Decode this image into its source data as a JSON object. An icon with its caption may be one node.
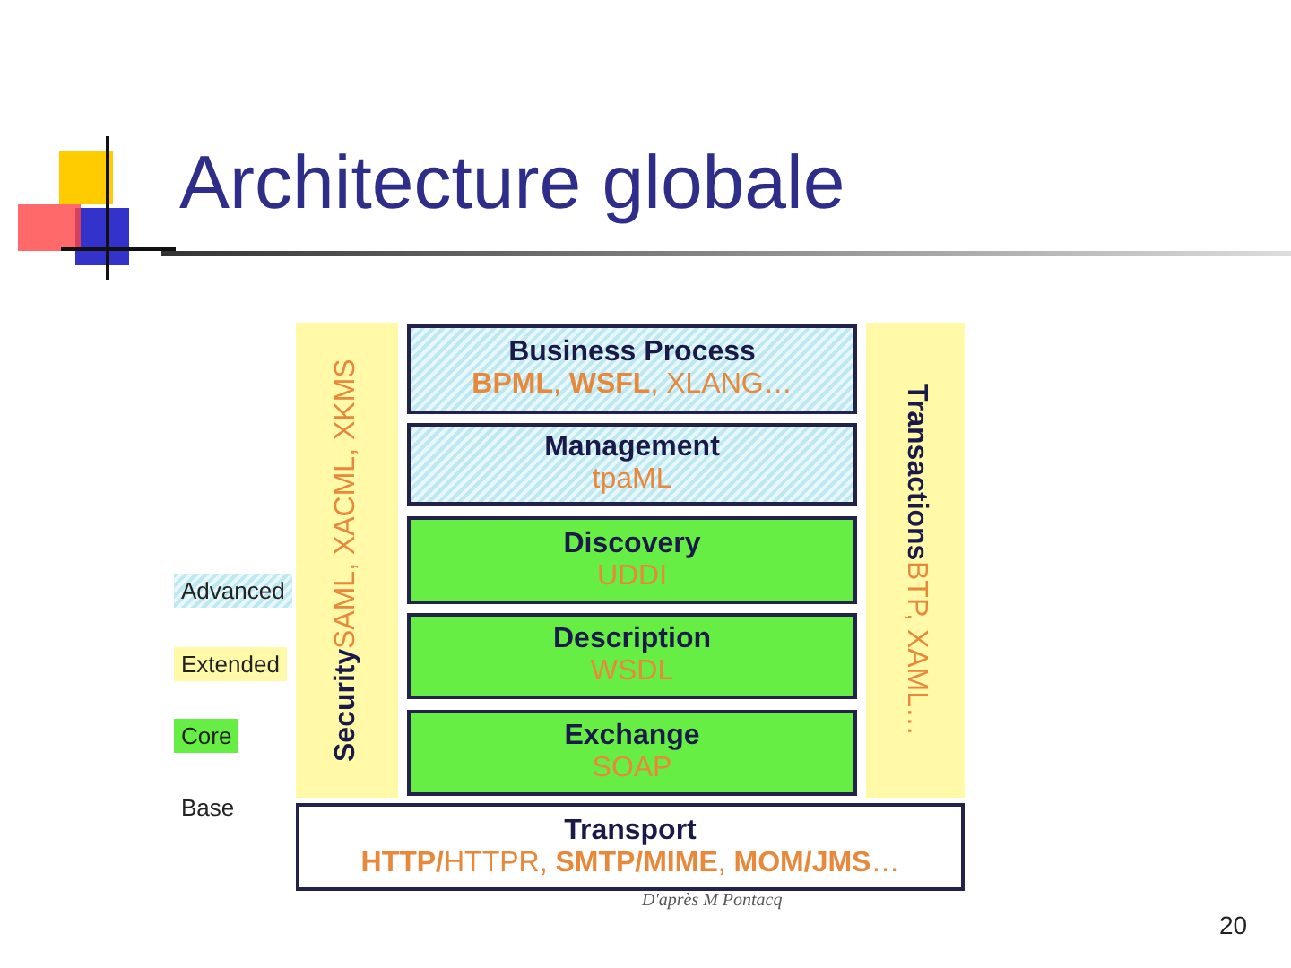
{
  "diagram": {
    "title": "Architecture globale",
    "nodes": [
      {
        "text": [
          "Security",
          "SAML, XACML, XKMS"
        ]
      },
      {
        "text": [
          "Business Process",
          "**BPML**, **WSFL**, XLANG…"
        ]
      },
      {
        "text": [
          "Management",
          "tpaML"
        ]
      },
      {
        "text": [
          "Discovery",
          "UDDI"
        ]
      },
      {
        "text": [
          "Description",
          "WSDL"
        ]
      },
      {
        "text": [
          "Exchange",
          "SOAP"
        ]
      },
      {
        "text": [
          "Transactions",
          "BTP, XAML…"
        ]
      },
      {
        "text": [
          "Transport",
          "**HTTP/**HTTPR, **SMTP/MIME**, **MOM/JMS**…"
        ]
      }
    ],
    "edges": [],
    "labels": [
      "D'après M Pontacq",
      "20"
    ],
    "legend": [
      {
        "text": "Advanced"
      },
      {
        "text": "Extended",
        "color": "#fff9a8"
      },
      {
        "text": "Core",
        "color": "#66ee44"
      },
      {
        "text": "Base"
      }
    ]
  }
}
